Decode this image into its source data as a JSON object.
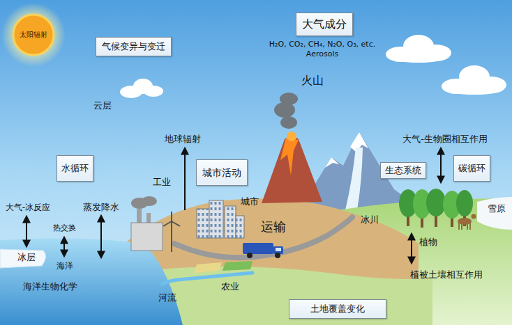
{
  "diagram": {
    "nodes": [
      {
        "text": [
          "太阳辐射"
        ]
      },
      {
        "text": [
          "气候变异与变迁"
        ]
      },
      {
        "text": [
          "大气成分"
        ]
      },
      {
        "text": [
          "水循环"
        ]
      },
      {
        "text": [
          "城市活动"
        ]
      },
      {
        "text": [
          "生态系统"
        ]
      },
      {
        "text": [
          "碳循环"
        ]
      },
      {
        "text": [
          "土地覆盖变化"
        ]
      }
    ],
    "labels": [
      "H₂O, CO₂, CH₄, N₂O, O₃, etc.",
      "Aerosols",
      "火山",
      "云层",
      "地球辐射",
      "大气-生物圈相互作用",
      "工业",
      "城市",
      "大气-冰反应",
      "蒸发降水",
      "雪原",
      "冰川",
      "运输",
      "热交换",
      "冰层",
      "植物",
      "海洋",
      "植被土壤相互作用",
      "海洋生物化学",
      "农业",
      "河流"
    ]
  }
}
